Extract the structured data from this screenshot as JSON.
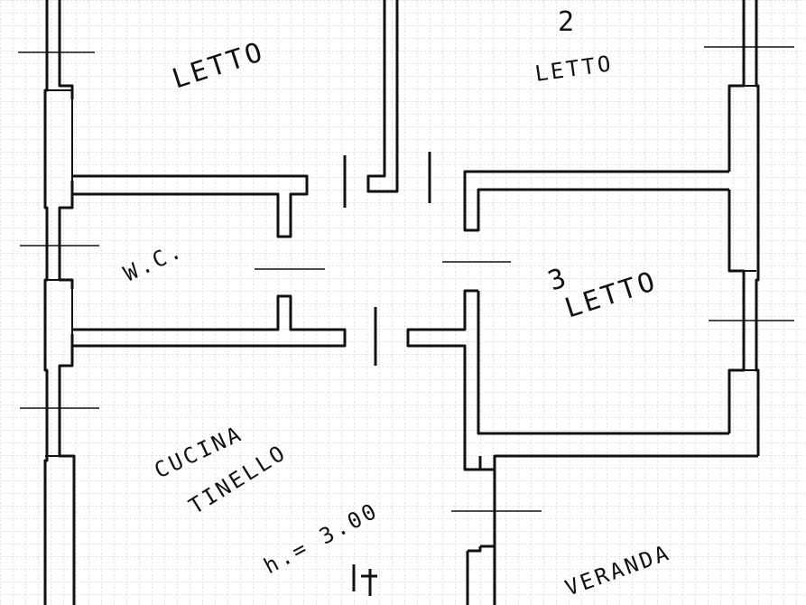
{
  "plan": {
    "rooms": {
      "bedroom_top_left": "LETTO",
      "bedroom_top_right": "LETTO",
      "bedroom_right": "LETTO",
      "wc": "W.C.",
      "kitchen_line1": "CUCINA",
      "kitchen_line2": "TINELLO",
      "ceiling_height": "h.= 3.00",
      "veranda": "VERANDA"
    },
    "room_numbers": {
      "bedroom_top_right": "2",
      "bedroom_right": "3"
    },
    "colors": {
      "ink": "#111111",
      "grid": "#bdbdbd",
      "paper": "#ffffff"
    }
  }
}
